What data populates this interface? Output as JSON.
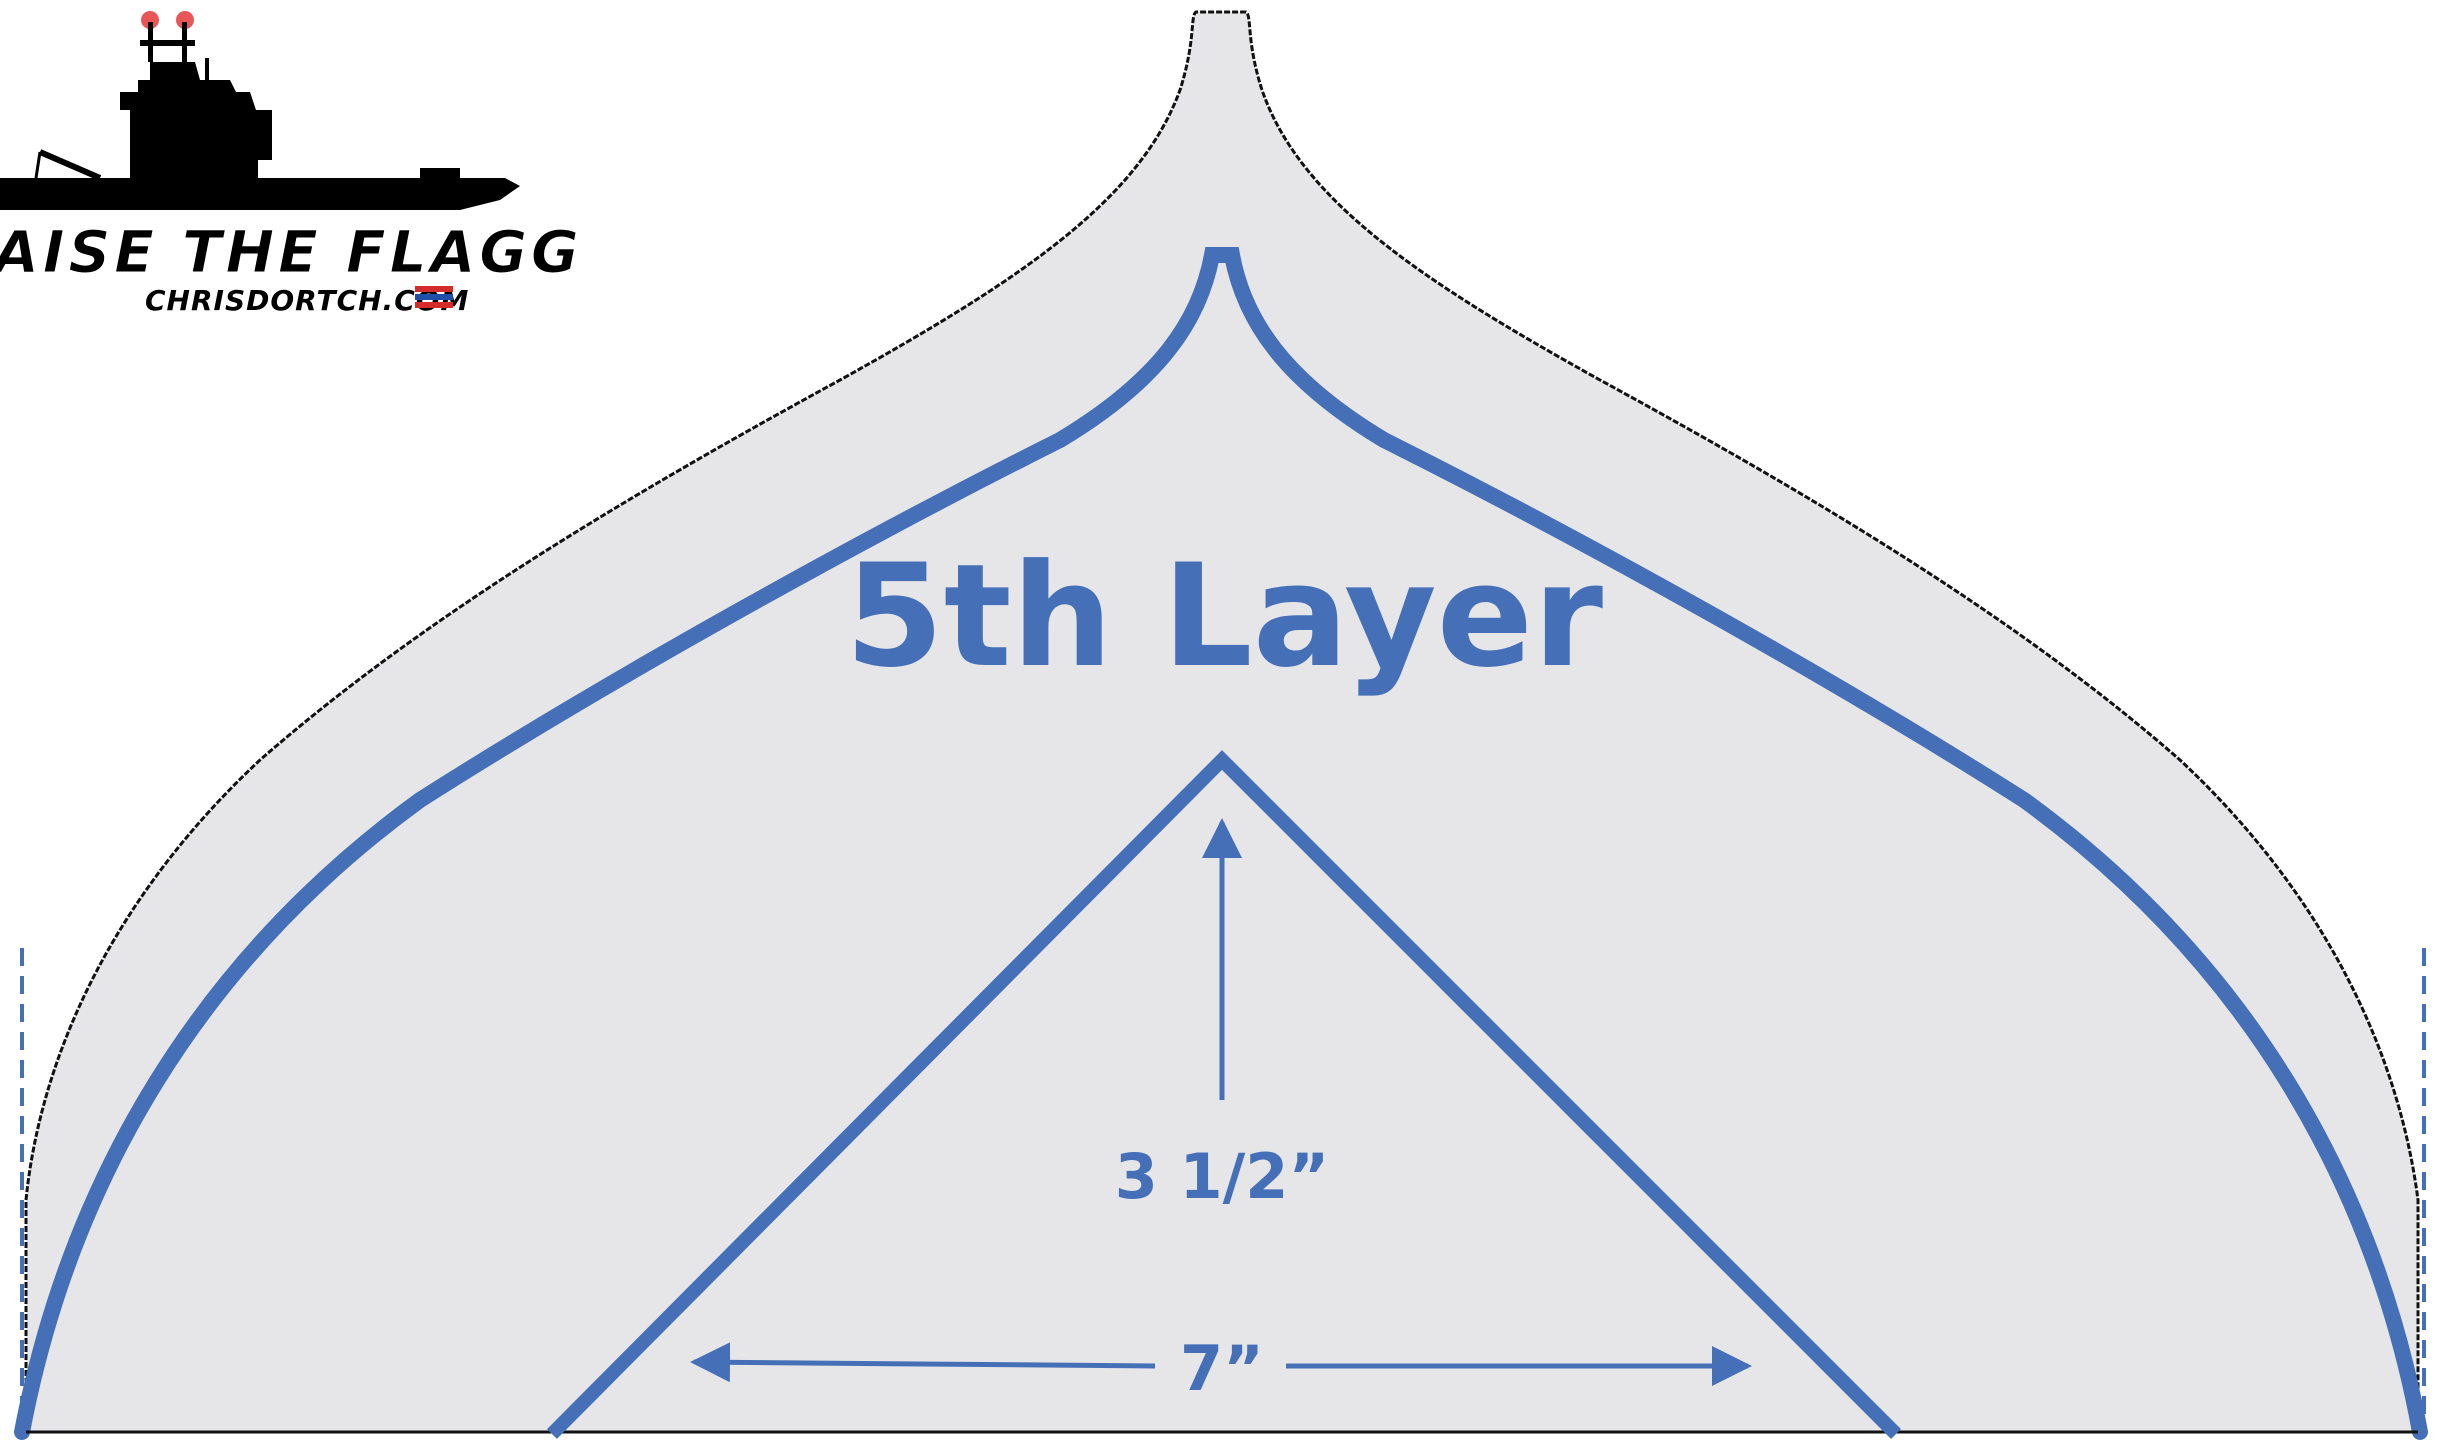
{
  "logo": {
    "title": "AISE THE FLAGG",
    "subtitle": "CHRISDORTCH.COM",
    "icon": "aircraft-carrier-silhouette-icon",
    "colors": {
      "silhouette": "#000000",
      "lights": "#e8565a",
      "flag_red": "#d42b2b",
      "flag_blue": "#1f4fa8"
    }
  },
  "pattern": {
    "title": "5th Layer",
    "height_label": "3 1/2”",
    "width_label": "7”",
    "colors": {
      "fill": "#e6e6e8",
      "outline": "#111111",
      "accent": "#4570b8"
    }
  }
}
